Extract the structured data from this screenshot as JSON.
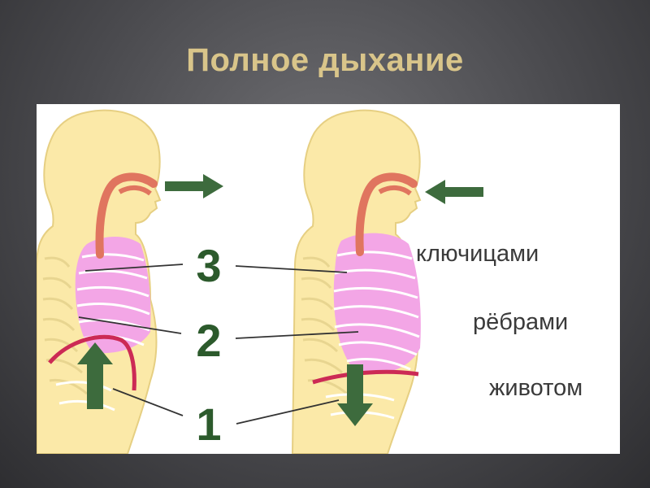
{
  "title": "Полное дыхание",
  "labels": {
    "n3": "3",
    "n2": "2",
    "n1": "1",
    "clavicles": "ключицами",
    "ribs": "рёбрами",
    "belly": "животом"
  },
  "colors": {
    "title": "#d9c58a",
    "body": "#fbe9a8",
    "body_stroke": "#e6cf82",
    "lungs": "#f3a6e6",
    "rib_lines": "#ffffff",
    "airway": "#e0755f",
    "diaphragm": "#cc2a55",
    "arrow": "#3d6b3d"
  },
  "icons": {
    "exhale": "arrow-right-icon",
    "inhale": "arrow-left-icon",
    "diaphragm_up": "arrow-up-icon",
    "diaphragm_down": "arrow-down-icon"
  }
}
